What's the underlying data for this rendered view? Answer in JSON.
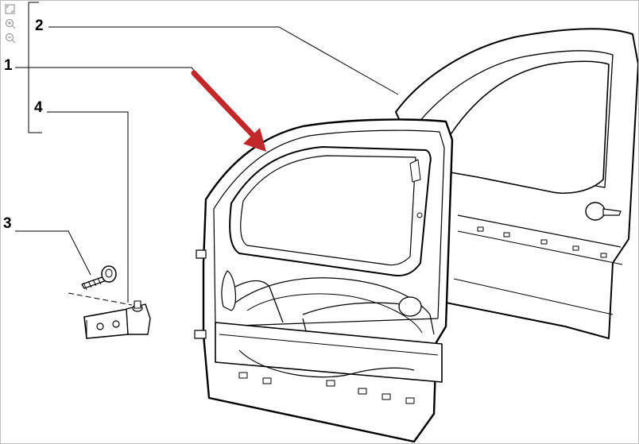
{
  "toolbar": {
    "icons": [
      "fit-to-window-icon",
      "zoom-in-icon",
      "zoom-out-icon"
    ]
  },
  "callouts": [
    {
      "id": "1",
      "label": "1"
    },
    {
      "id": "2",
      "label": "2"
    },
    {
      "id": "3",
      "label": "3"
    },
    {
      "id": "4",
      "label": "4"
    }
  ],
  "colors": {
    "line": "#000000",
    "arrow": "#c0282a",
    "panel": "#ffffff",
    "shade": "#d9d9d9"
  }
}
